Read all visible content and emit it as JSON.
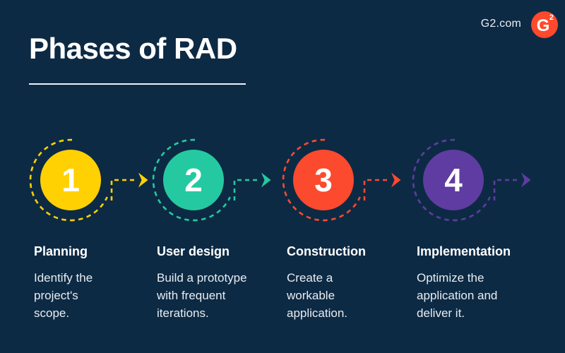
{
  "colors": {
    "background": "#0d2a44",
    "title_text": "#ffffff",
    "g2_brand_red": "#ff492c",
    "body_text": "#e8edf2"
  },
  "header": {
    "title": "Phases of RAD",
    "site_label": "G2.com",
    "logo_letter": "G",
    "logo_superscript": "2"
  },
  "phases": [
    {
      "number": "1",
      "name": "Planning",
      "description": "Identify the\nproject's\nscope.",
      "color": "#ffd103"
    },
    {
      "number": "2",
      "name": "User design",
      "description": "Build a prototype\nwith frequent\niterations.",
      "color": "#25c9a1"
    },
    {
      "number": "3",
      "name": "Construction",
      "description": "Create a\nworkable\napplication.",
      "color": "#fc4a2e"
    },
    {
      "number": "4",
      "name": "Implementation",
      "description": "Optimize the\napplication and\ndeliver it.",
      "color": "#5e3ca1"
    }
  ]
}
